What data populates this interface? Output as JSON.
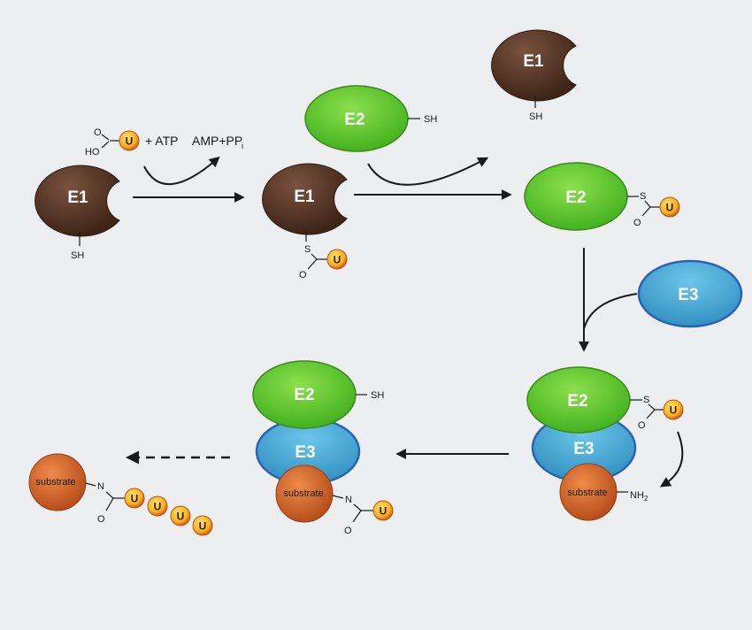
{
  "labels": {
    "e1": "E1",
    "e2": "E2",
    "e3": "E3",
    "u": "U",
    "sh": "SH",
    "s": "S",
    "o": "O",
    "n": "N",
    "ho": "HO",
    "nh2": "NH",
    "nh2_sub": "2",
    "substrate": "substrate",
    "plus_atp": "+ ATP",
    "amp_pp": "AMP+PP",
    "amp_pp_sub": "i"
  },
  "colors": {
    "background": "#eceeef",
    "e1_brown": "#5a3a28",
    "e2_green": "#5cc62a",
    "e3_blue": "#3d9fcf",
    "substrate_orange": "#d4622a",
    "ubiquitin_yellow": "#f4b320",
    "arrow": "#1a1a1a"
  }
}
